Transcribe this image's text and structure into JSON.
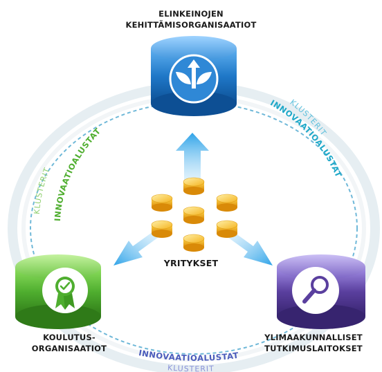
{
  "nodes": {
    "top": {
      "lines": [
        "ELINKEINOJEN",
        "KEHITTÄMISORGANISAATIOT"
      ],
      "icon": "plant-sprout-icon",
      "color": "#1f78c8"
    },
    "left": {
      "lines": [
        "KOULUTUS-",
        "ORGANISAATIOT"
      ],
      "icon": "award-ribbon-icon",
      "color": "#4fae2f"
    },
    "right": {
      "lines": [
        "YLIMAAKUNNALLISET",
        "TUTKIMUSLAITOKSET"
      ],
      "icon": "magnifier-icon",
      "color": "#5a3f9e"
    }
  },
  "center": {
    "label": "YRITYKSET",
    "icon": "coin-stack-icon",
    "color": "#f0b020"
  },
  "ring": {
    "left": {
      "strong": "INNOVAATIOALUSTAT",
      "light": "KLUSTERIT",
      "color": "#4fae2f"
    },
    "right": {
      "strong": "INNOVAATIOALUSTAT",
      "light": "KLUSTERIT",
      "color": "#1fa8c8"
    },
    "bottom": {
      "strong": "INNOVAATIOALUSTAT",
      "light": "KLUSTERIT",
      "color": "#4a5bbb"
    }
  },
  "arrow_color": "#4fb3e8"
}
